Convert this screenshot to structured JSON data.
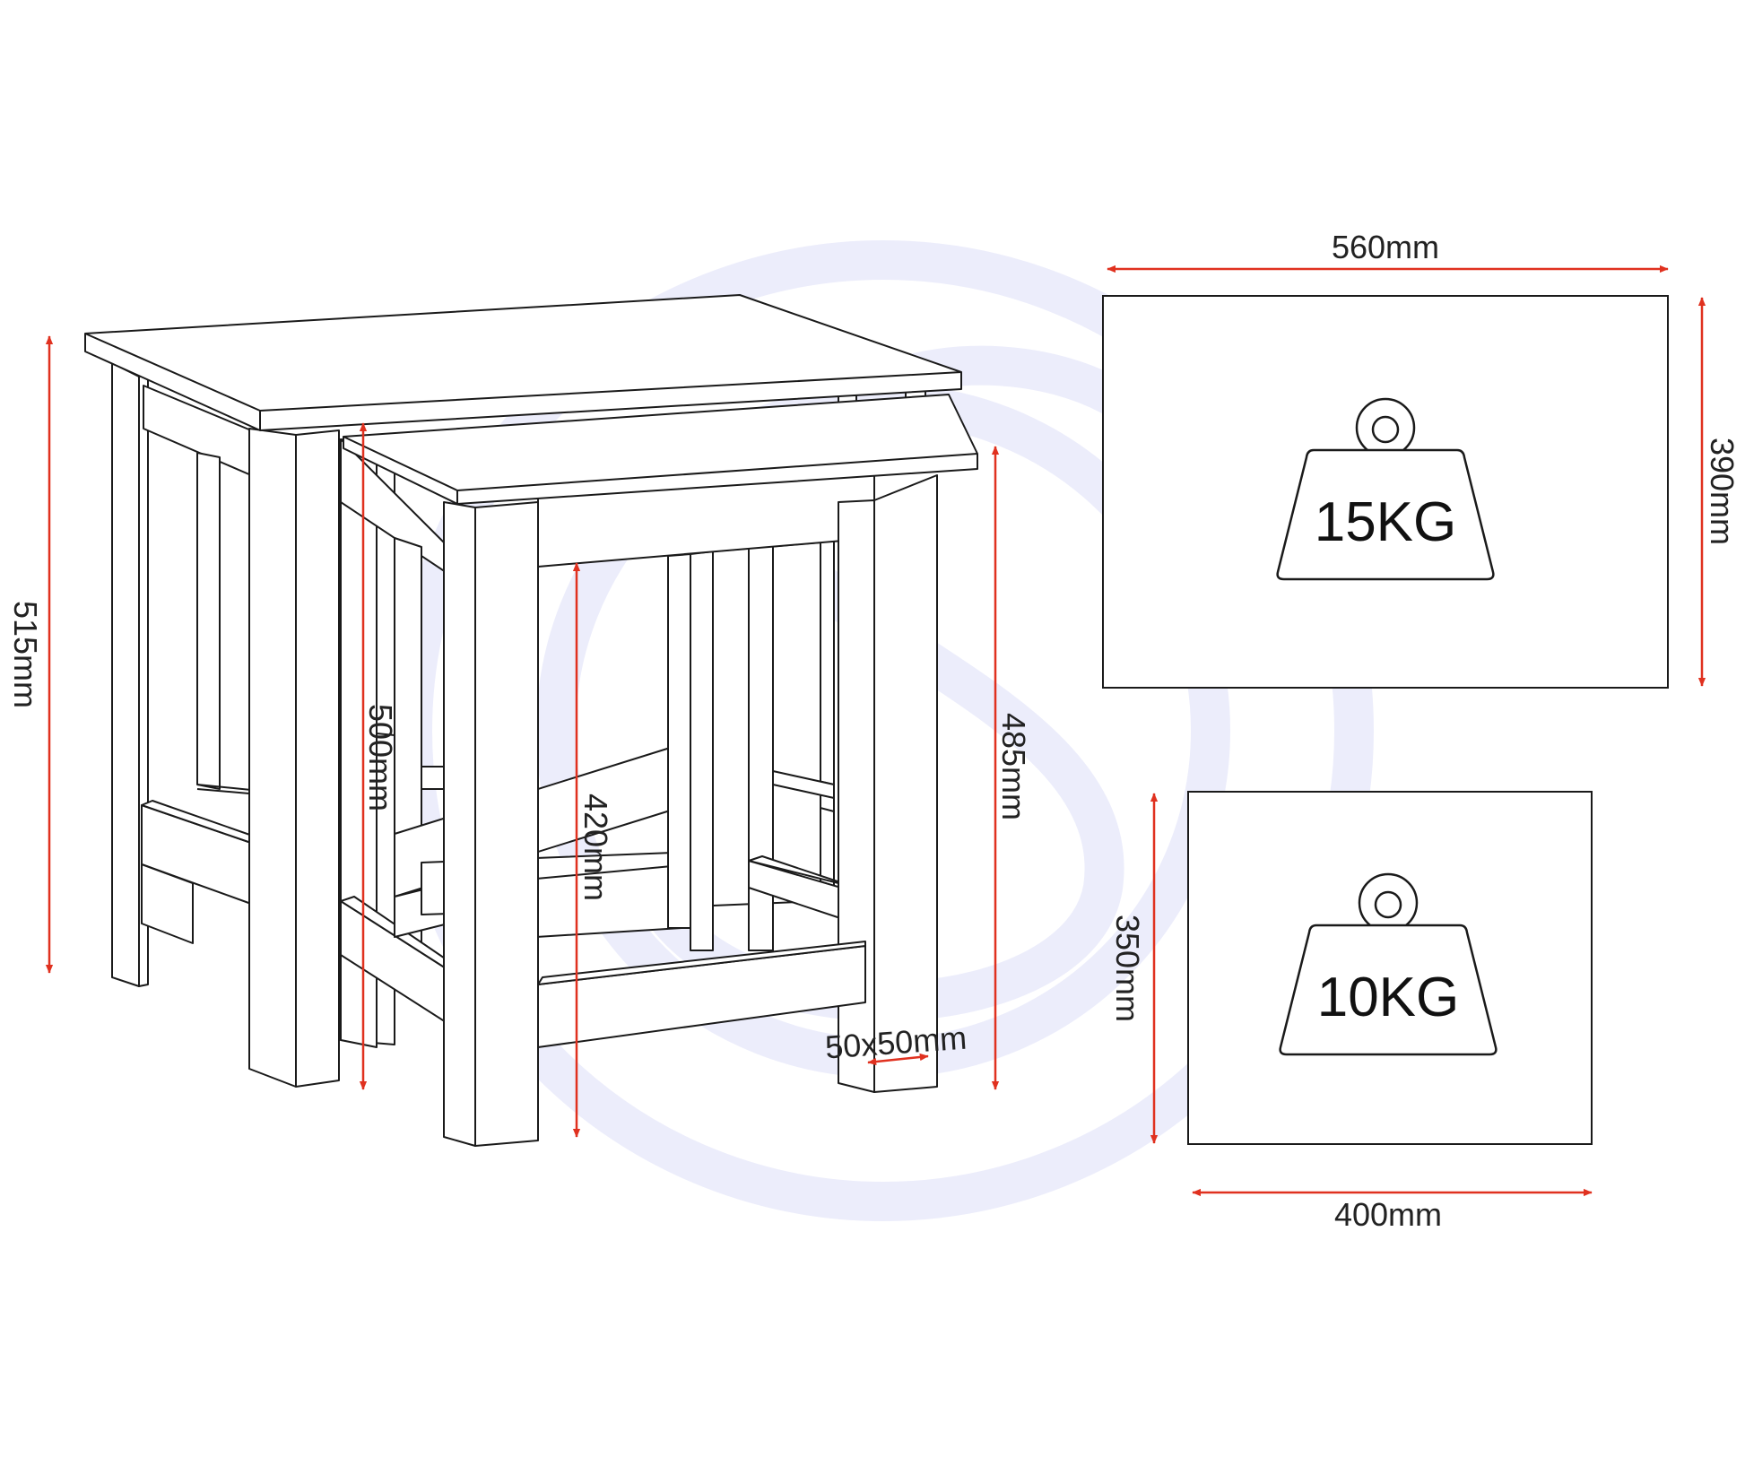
{
  "colors": {
    "dimension_arrow": "#e0311f",
    "outline": "#1a1a1a",
    "watermark": "#ecedfb",
    "background": "#ffffff"
  },
  "icons": {
    "weight": "weight-icon",
    "arrow": "double-arrow-icon",
    "watermark": "brand-watermark-icon"
  },
  "dimensions": {
    "large_table_height": "515mm",
    "large_leg_clearance": "500mm",
    "small_leg_clearance": "420mm",
    "small_table_height": "485mm",
    "leg_section": "50x50mm",
    "large_top_width": "560mm",
    "large_top_depth": "390mm",
    "small_top_depth": "350mm",
    "small_top_width": "400mm"
  },
  "load_ratings": {
    "large_table": "15KG",
    "small_table": "10KG"
  }
}
